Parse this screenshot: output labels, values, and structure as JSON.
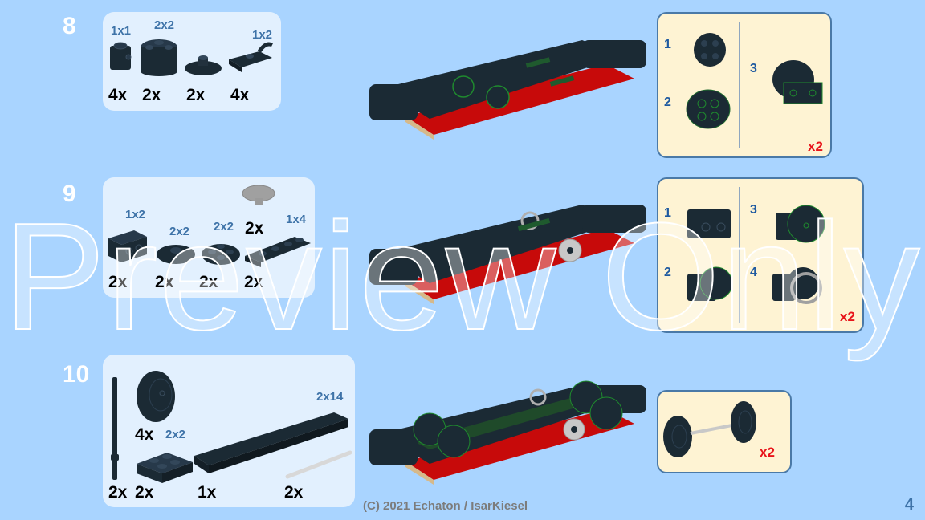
{
  "colors": {
    "background": "#a9d4ff",
    "parts_box": "#e2f0fe",
    "sub_box": "#fef3d3",
    "size_label": "#3e73a8",
    "multiplier": "#e8141a",
    "brick_dark": "#1b2a34",
    "base_red": "#c70a0a",
    "accent_green": "#1f8a2e"
  },
  "steps": [
    {
      "number": "8",
      "parts": [
        {
          "size": "1x1",
          "qty": "4x",
          "shape": "brick-1x1-with-stud-side"
        },
        {
          "size": "2x2",
          "qty": "2x",
          "shape": "round-brick-2x2"
        },
        {
          "size": "",
          "qty": "2x",
          "shape": "round-plate-2x2"
        },
        {
          "size": "1x2",
          "qty": "4x",
          "shape": "plate-1x2-with-clip"
        }
      ],
      "sub_assembly": {
        "steps": [
          "1",
          "2",
          "3"
        ],
        "multiplier": "x2"
      }
    },
    {
      "number": "9",
      "parts": [
        {
          "size": "1x2",
          "qty": "2x",
          "shape": "brick-1x2-studs-side"
        },
        {
          "size": "2x2",
          "qty": "2x",
          "shape": "round-plate-2x2"
        },
        {
          "size": "2x2",
          "qty": "2x",
          "shape": "round-plate-2x2-studs"
        },
        {
          "size": "",
          "qty": "2x",
          "shape": "steering-wheel-grey"
        },
        {
          "size": "1x4",
          "qty": "2x",
          "shape": "plate-1x4"
        }
      ],
      "sub_assembly": {
        "steps": [
          "1",
          "2",
          "3",
          "4"
        ],
        "multiplier": "x2"
      }
    },
    {
      "number": "10",
      "parts": [
        {
          "size": "",
          "qty": "2x",
          "shape": "bar-with-stopper"
        },
        {
          "size": "",
          "qty": "4x",
          "shape": "train-wheel"
        },
        {
          "size": "2x2",
          "qty": "2x",
          "shape": "plate-2x2"
        },
        {
          "size": "2x14",
          "qty": "1x",
          "shape": "plate-2x14"
        },
        {
          "size": "",
          "qty": "2x",
          "shape": "axle-grey"
        }
      ],
      "sub_assembly": {
        "steps": [],
        "multiplier": "x2"
      }
    }
  ],
  "footer": {
    "copyright": "(C) 2021 Echaton / IsarKiesel",
    "page_number": "4"
  },
  "watermark": "Preview Only"
}
